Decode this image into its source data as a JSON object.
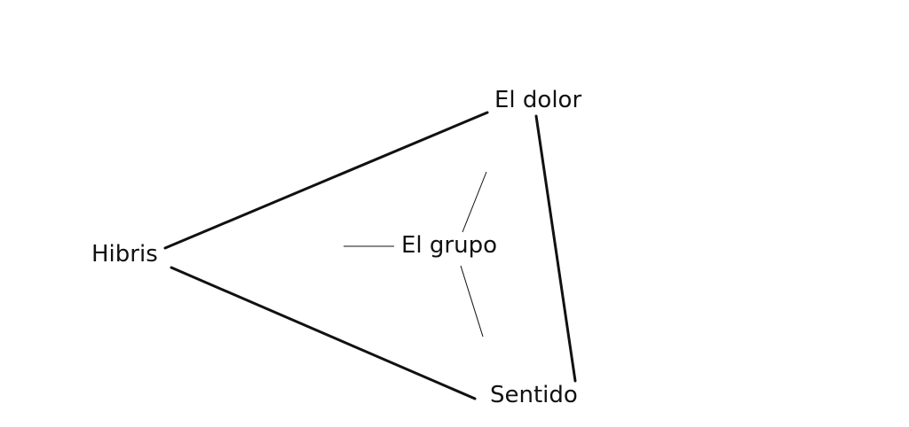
{
  "diagram": {
    "nodes": {
      "dolor": "El dolor",
      "hibris": "Hibris",
      "grupo": "El grupo",
      "sentido": "Sentido"
    },
    "edges": [
      {
        "from": "hibris",
        "to": "dolor",
        "style": "thick"
      },
      {
        "from": "hibris",
        "to": "sentido",
        "style": "thick"
      },
      {
        "from": "dolor",
        "to": "sentido",
        "style": "thick"
      },
      {
        "from": "grupo",
        "to": "hibris",
        "style": "thin"
      },
      {
        "from": "grupo",
        "to": "dolor",
        "style": "thin"
      },
      {
        "from": "grupo",
        "to": "sentido",
        "style": "thin"
      }
    ],
    "colors": {
      "line": "#111111",
      "background": "#ffffff"
    }
  }
}
